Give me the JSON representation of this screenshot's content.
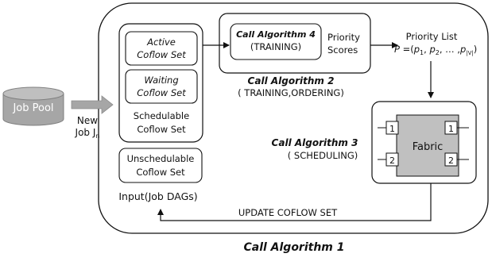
{
  "job_pool": {
    "label": "Job Pool"
  },
  "new_job": {
    "line1": "New",
    "line2": "Job J",
    "sub": "n"
  },
  "active_set": {
    "line1": "Active",
    "line2": "Coflow Set"
  },
  "waiting_set": {
    "line1": "Waiting",
    "line2": "Coflow Set"
  },
  "schedulable": {
    "line1": "Schedulable",
    "line2": "Coflow Set"
  },
  "unschedulable": {
    "line1": "Unschedulable",
    "line2": "Coflow Set"
  },
  "input_label": "Input(Job DAGs)",
  "algo4": {
    "title": "Call Algorithm 4",
    "sub": "(TRAINING)"
  },
  "priority_scores": {
    "line1": "Priority",
    "line2": "Scores"
  },
  "algo2": {
    "title": "Call Algorithm 2",
    "sub": "( TRAINING,ORDERING)"
  },
  "priority_list": {
    "title": "Priority List",
    "p": "P",
    "eq": " =(",
    "p1": "p",
    "p1_sub": "1",
    "sep1": ", ",
    "p2": "p",
    "p2_sub": "2",
    "sep2": ", … ,",
    "pv": "p",
    "pv_sub": "|V|",
    "close": ")"
  },
  "algo3": {
    "title": "Call Algorithm 3",
    "sub": "( SCHEDULING)"
  },
  "fabric": {
    "label": "Fabric",
    "ports_left": [
      "1",
      "2"
    ],
    "ports_right": [
      "1",
      "2"
    ]
  },
  "update_label": "UPDATE COFLOW SET",
  "algo1": {
    "title": "Call Algorithm 1"
  },
  "colors": {
    "cylinder": "#a6a6a6",
    "fabric": "#c0c0c0",
    "arrow_gray": "#a6a6a6"
  }
}
